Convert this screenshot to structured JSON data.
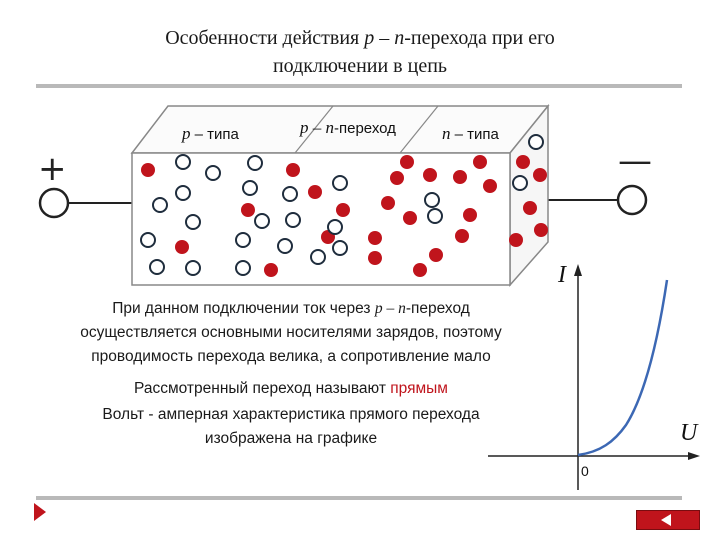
{
  "title": {
    "line1_a": "Особенности действия ",
    "line1_b": "p – n",
    "line1_c": "-перехода при его",
    "line2": "подключении в цепь"
  },
  "labels": {
    "p_a": "p",
    "p_b": " – типа",
    "pn_a": "p – n",
    "pn_b": "-переход",
    "n_a": "n",
    "n_b": " – типа",
    "plus": "+",
    "minus": "—"
  },
  "text": {
    "line1_a": "При данном подключении ток через ",
    "line1_b": "p – n",
    "line1_c": "-переход",
    "line2": "осуществляется основными носителями зарядов, поэтому",
    "line3": "проводимость перехода велика, а сопротивление мало",
    "line4_a": "Рассмотренный переход называют ",
    "line4_b": "прямым",
    "line5": "Вольт - амперная характеристика прямого перехода",
    "line6": "изображена на графике"
  },
  "graph": {
    "y_label": "I",
    "x_label": "U",
    "origin_label": "0"
  },
  "colors": {
    "hole_fill": "#c0141c",
    "electron_stroke": "#1f2d3d",
    "curve": "#3c68b4",
    "accent": "#c0141c"
  },
  "icons": {
    "prev": "play-arrow-right-icon",
    "back": "back-arrow-icon"
  }
}
